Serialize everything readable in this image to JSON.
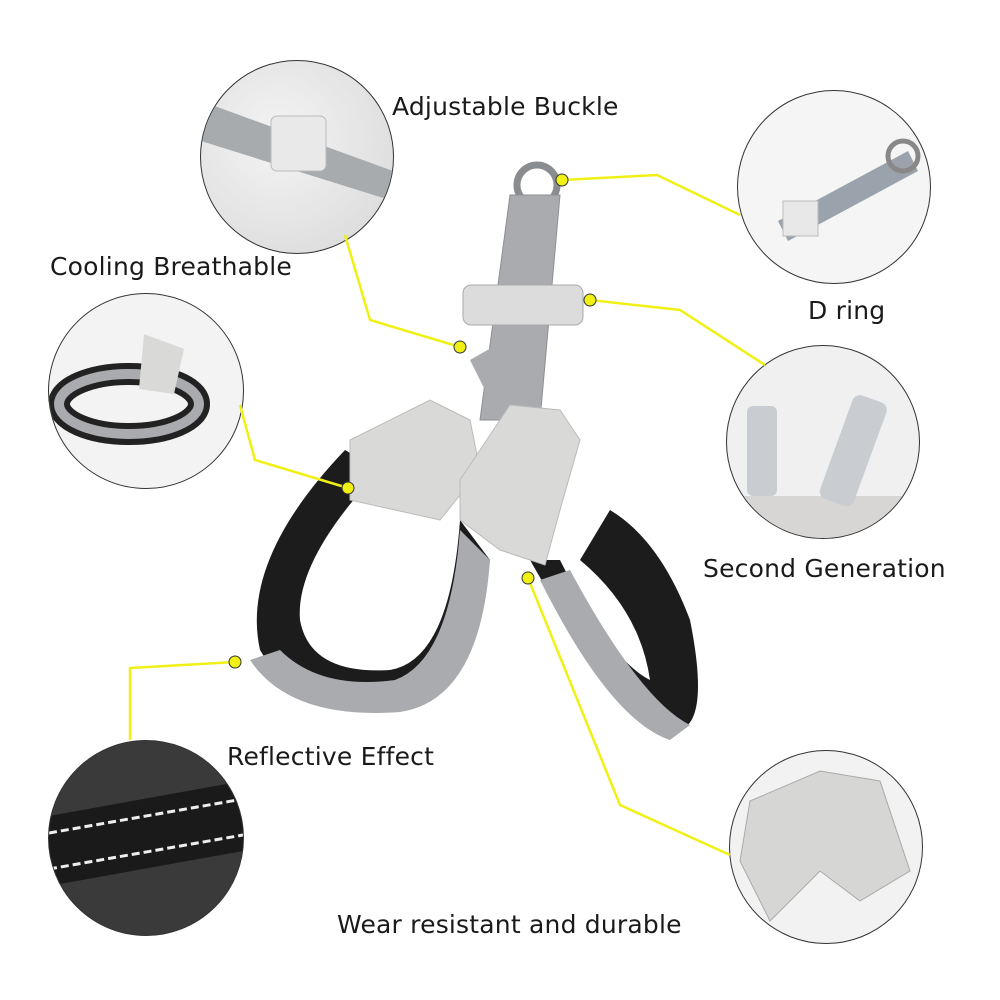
{
  "features": {
    "adjustable_buckle": "Adjustable Buckle",
    "cooling_breathable": "Cooling Breathable",
    "d_ring": "D ring",
    "second_generation": "Second Generation",
    "reflective_effect": "Reflective Effect",
    "wear_resistant": "Wear resistant and durable"
  },
  "colors": {
    "callout": "#f0f015",
    "strap": "#a9abae",
    "padding": "#1c1c1c",
    "suede": "#d9d9d7"
  }
}
